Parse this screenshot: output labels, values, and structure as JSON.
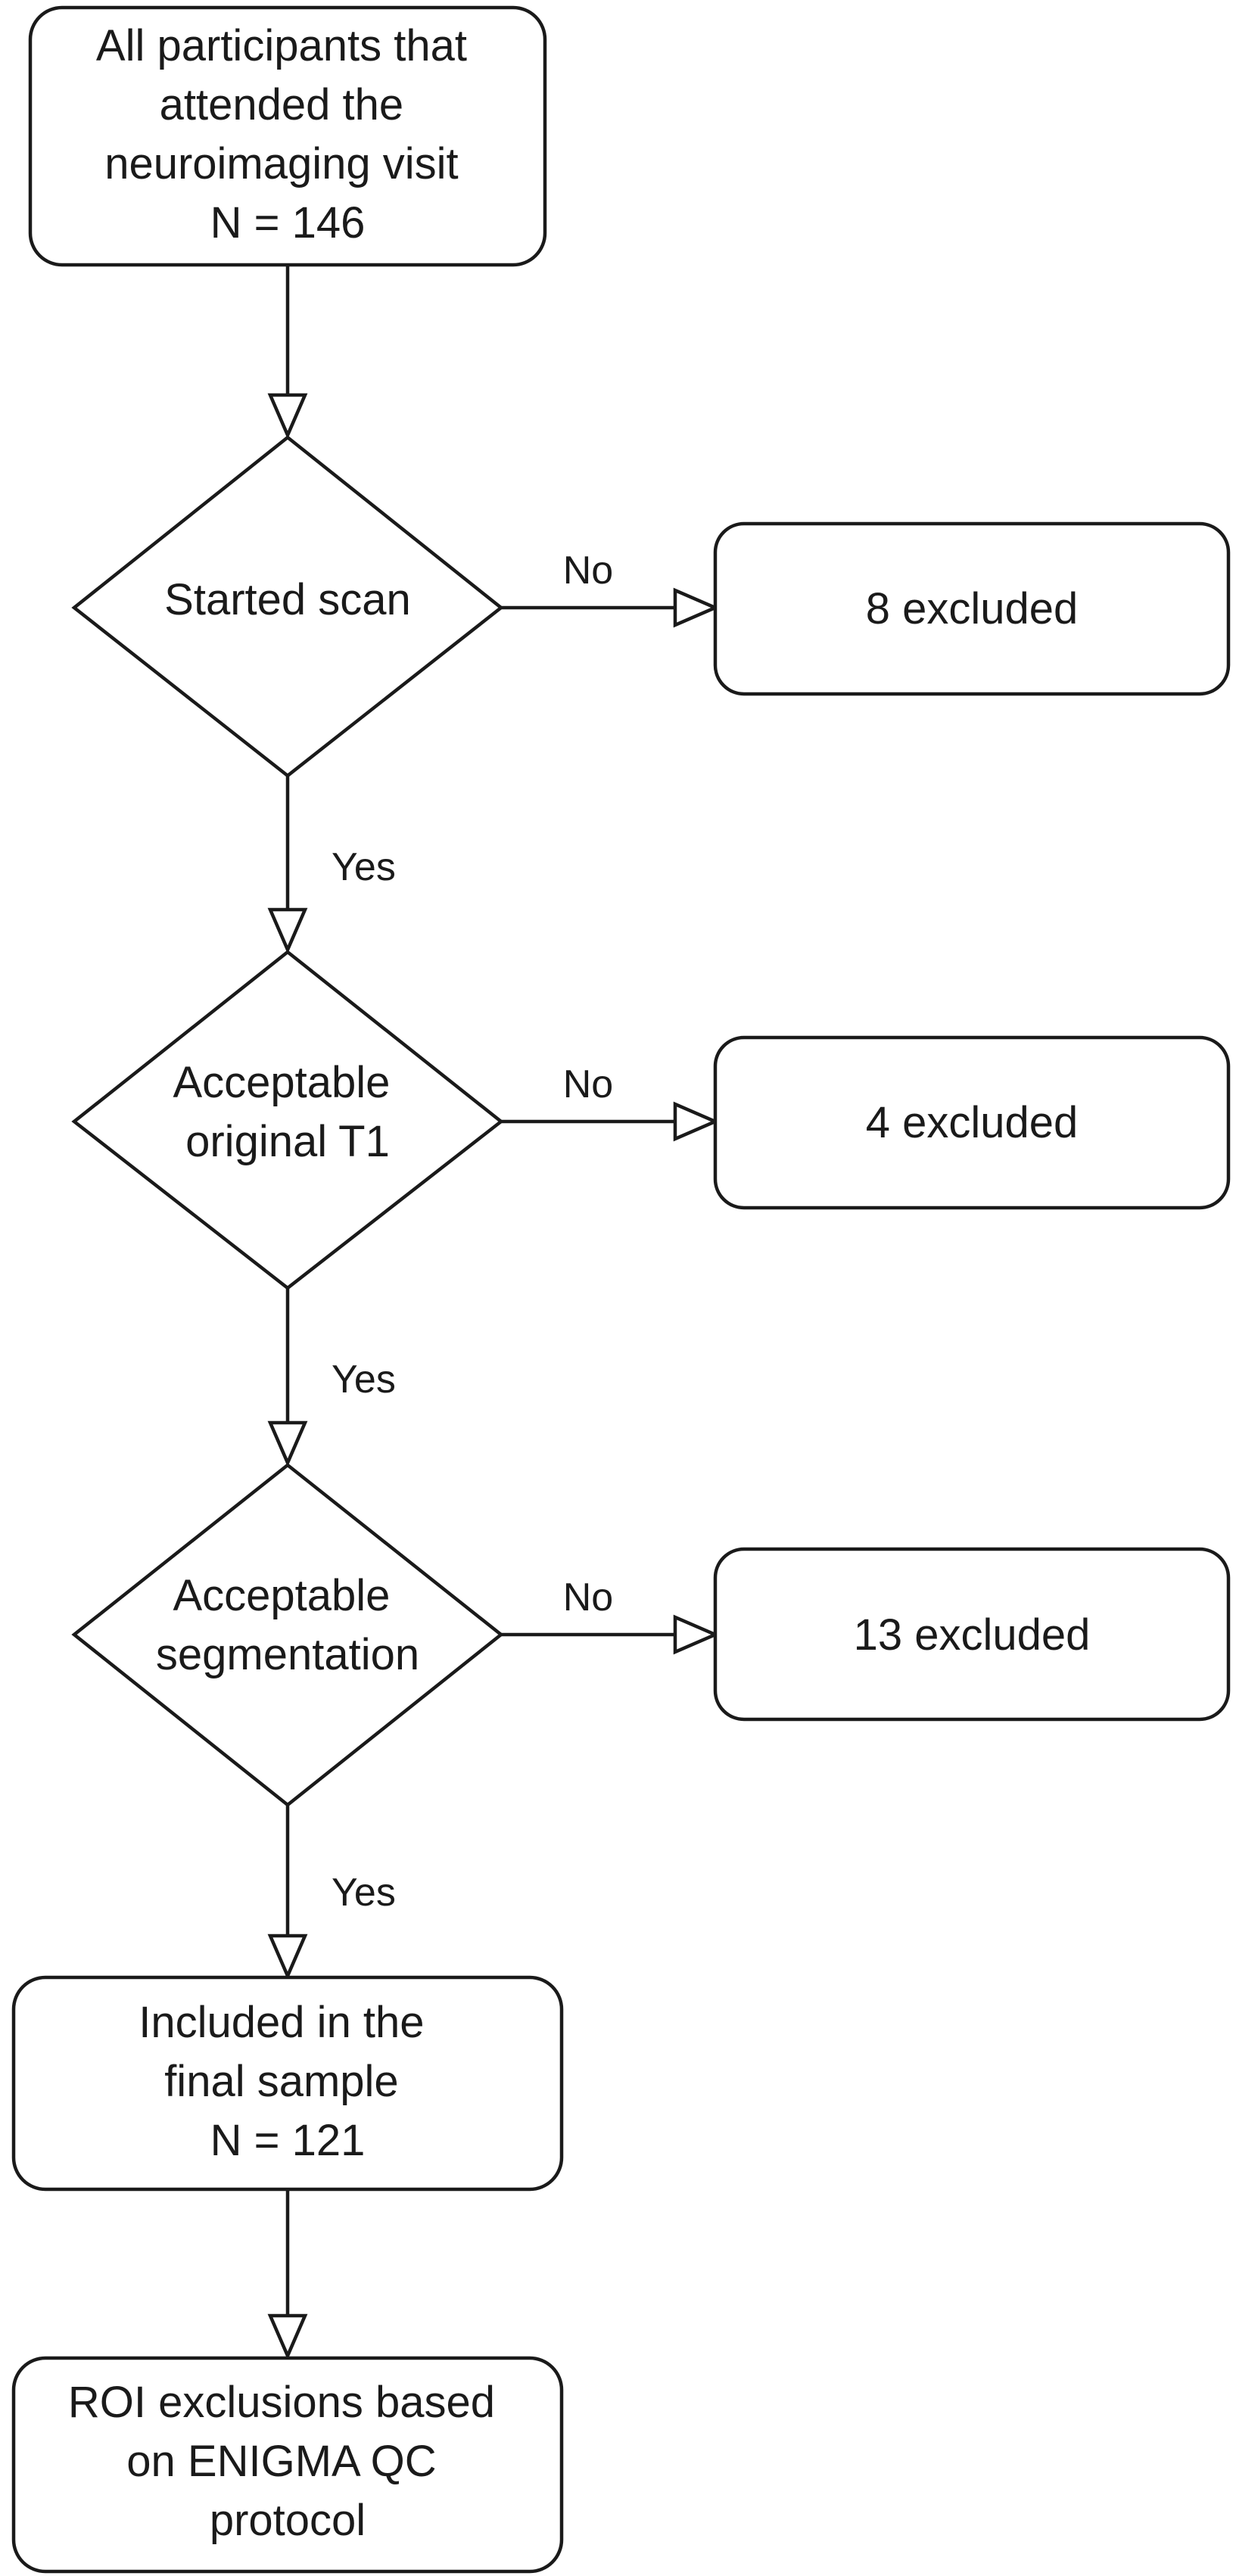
{
  "diagram": {
    "colors": {
      "stroke": "#1a1a1a",
      "fill": "#ffffff",
      "text": "#1a1a1a"
    },
    "nodes": {
      "start": {
        "shape": "rounded-rect",
        "lines": [
          "All participants that",
          "attended the",
          "neuroimaging visit",
          "N = 146"
        ]
      },
      "started_scan": {
        "shape": "diamond",
        "lines": [
          "Started scan"
        ]
      },
      "excluded_8": {
        "shape": "rounded-rect",
        "lines": [
          "8 excluded"
        ]
      },
      "acceptable_t1": {
        "shape": "diamond",
        "lines": [
          "Acceptable",
          "original T1"
        ]
      },
      "excluded_4": {
        "shape": "rounded-rect",
        "lines": [
          "4 excluded"
        ]
      },
      "acceptable_segmentation": {
        "shape": "diamond",
        "lines": [
          "Acceptable",
          "segmentation"
        ]
      },
      "excluded_13": {
        "shape": "rounded-rect",
        "lines": [
          "13 excluded"
        ]
      },
      "final_sample": {
        "shape": "rounded-rect",
        "lines": [
          "Included in the",
          "final sample",
          "N = 121"
        ]
      },
      "roi_exclusions": {
        "shape": "rounded-rect",
        "lines": [
          "ROI exclusions based",
          "on ENIGMA QC",
          "protocol"
        ]
      }
    },
    "edges": [
      {
        "from": "start",
        "to": "started_scan",
        "label": ""
      },
      {
        "from": "started_scan",
        "to": "excluded_8",
        "label": "No"
      },
      {
        "from": "started_scan",
        "to": "acceptable_t1",
        "label": "Yes"
      },
      {
        "from": "acceptable_t1",
        "to": "excluded_4",
        "label": "No"
      },
      {
        "from": "acceptable_t1",
        "to": "acceptable_segmentation",
        "label": "Yes"
      },
      {
        "from": "acceptable_segmentation",
        "to": "excluded_13",
        "label": "No"
      },
      {
        "from": "acceptable_segmentation",
        "to": "final_sample",
        "label": "Yes"
      },
      {
        "from": "final_sample",
        "to": "roi_exclusions",
        "label": ""
      }
    ]
  }
}
